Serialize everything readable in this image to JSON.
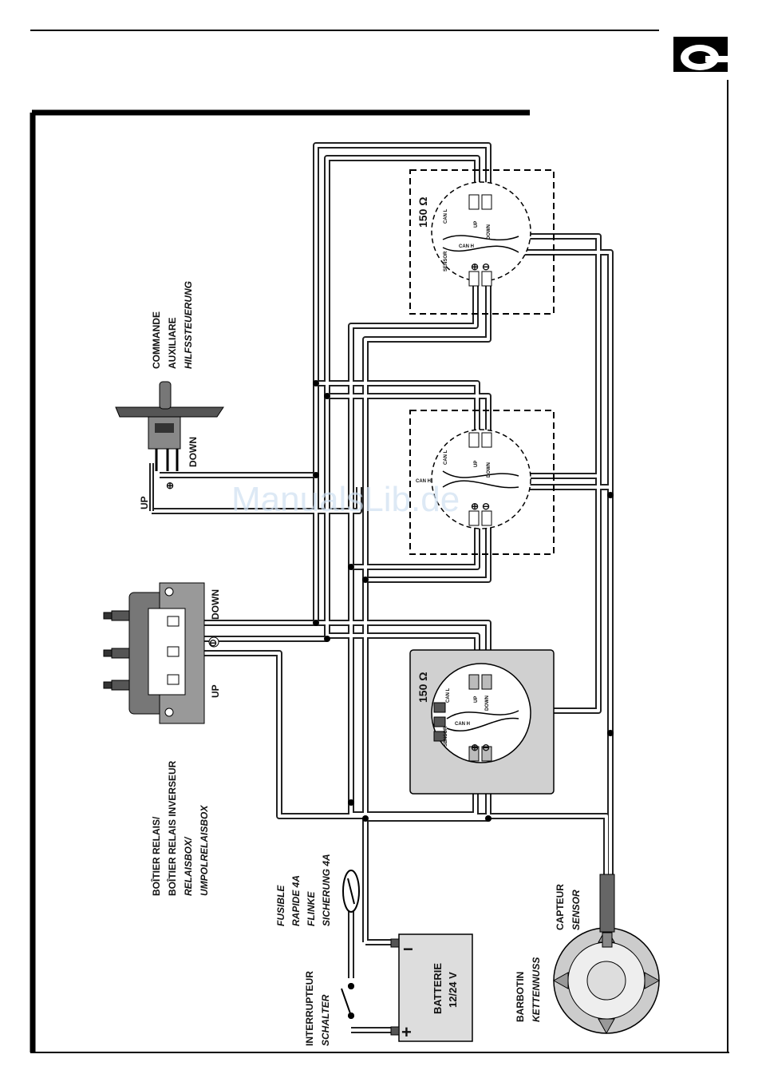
{
  "diagram": {
    "resistor_label": "150 Ω",
    "control_labels": {
      "up": "UP",
      "down": "DOWN",
      "can_l": "CAN L",
      "can_h": "CAN H",
      "sensor": "SENSOR",
      "plus": "⊕",
      "minus": "⊖"
    },
    "aux_command": {
      "line1": "COMMANDE",
      "line2": "AUXILIARE",
      "line3": "HILFSSTEUERUNG",
      "up": "UP",
      "down": "DOWN",
      "plus": "⊕"
    },
    "relay_box": {
      "line1": "BOÎTIER RELAIS/",
      "line2": "BOÎTIER RELAIS INVERSEUR",
      "line3": "RELAISBOX/",
      "line4": "UMPOLRELAISBOX",
      "down": "DOWN",
      "up": "UP",
      "minus": "⊖"
    },
    "fuse": {
      "line1": "FUSIBLE",
      "line2": "RAPIDE 4A",
      "line3": "FLINKE",
      "line4": "SICHERUNG 4A"
    },
    "switch": {
      "line1": "INTERRUPTEUR",
      "line2": "SCHALTER"
    },
    "battery": {
      "line1": "BATTERIE",
      "line2": "12/24 V",
      "plus": "+",
      "minus": "−"
    },
    "gypsy": {
      "line1": "BARBOTIN",
      "line2": "KETTENNUSS"
    },
    "sensor": {
      "line1": "CAPTEUR",
      "line2": "SENSOR"
    },
    "watermark": "ManualsLib.de"
  }
}
